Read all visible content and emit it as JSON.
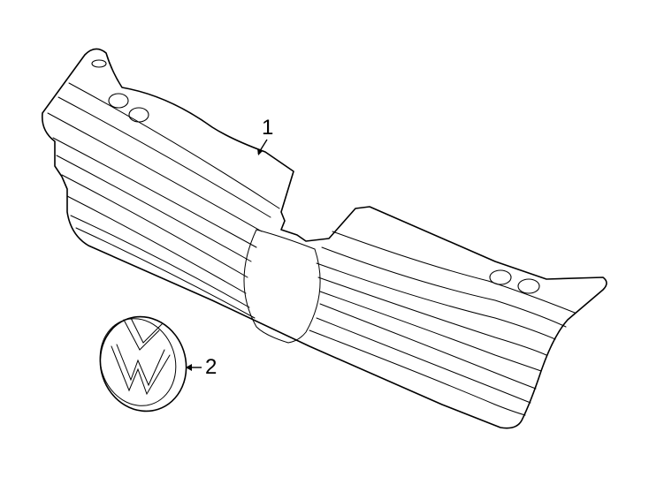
{
  "diagram": {
    "type": "exploded parts diagram",
    "style": "black line art on white",
    "parts": [
      {
        "number": "1",
        "label": "1",
        "description": "radiator grille"
      },
      {
        "number": "2",
        "label": "2",
        "description": "emblem"
      }
    ]
  }
}
